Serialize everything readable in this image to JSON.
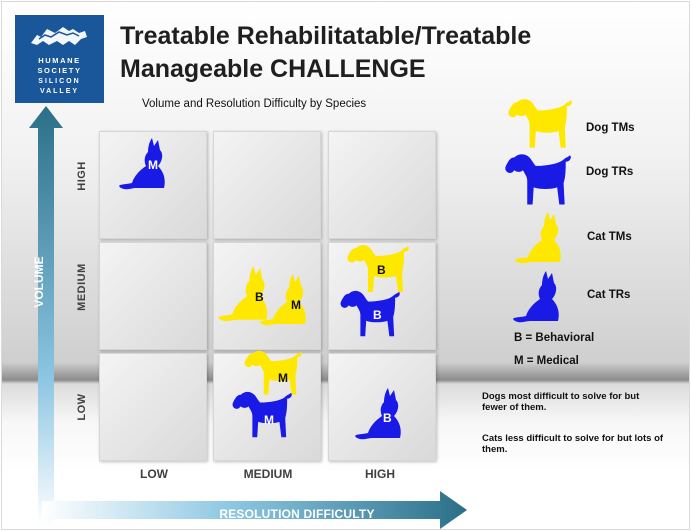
{
  "logo": {
    "lines": [
      "HUMANE",
      "SOCIETY",
      "SILICON",
      "VALLEY"
    ]
  },
  "title": {
    "line1": "Treatable Rehabilitatable/Treatable",
    "line2": "Manageable CHALLENGE"
  },
  "subtitle": "Volume and Resolution Difficulty by Species",
  "axes": {
    "volume_label": "VOLUME",
    "resolution_label": "RESOLUTION DIFFICULTY",
    "rows": [
      "HIGH",
      "MEDIUM",
      "LOW"
    ],
    "columns": [
      "LOW",
      "MEDIUM",
      "HIGH"
    ]
  },
  "colors": {
    "tm_yellow": "#ffe800",
    "tr_blue": "#1a1ae6",
    "axis_teal": "#2a6f87",
    "logo_blue": "#19579a"
  },
  "matrix": {
    "high_low": [
      {
        "species": "cat",
        "type": "TR",
        "badge": "M"
      }
    ],
    "medium_medium": [
      {
        "species": "cat",
        "type": "TM",
        "badge": "B"
      },
      {
        "species": "cat",
        "type": "TM",
        "badge": "M"
      }
    ],
    "medium_high": [
      {
        "species": "dog",
        "type": "TM",
        "badge": "B"
      },
      {
        "species": "dog",
        "type": "TR",
        "badge": "B"
      }
    ],
    "low_medium": [
      {
        "species": "dog",
        "type": "TM",
        "badge": "M"
      },
      {
        "species": "dog",
        "type": "TR",
        "badge": "M"
      }
    ],
    "low_high": [
      {
        "species": "cat",
        "type": "TR",
        "badge": "B"
      }
    ]
  },
  "legend": [
    {
      "label": "Dog TMs",
      "species": "dog",
      "icon": "dog-icon",
      "color": "#ffe800"
    },
    {
      "label": "Dog TRs",
      "species": "dog",
      "icon": "dog-icon",
      "color": "#1a1ae6"
    },
    {
      "label": "Cat TMs",
      "species": "cat",
      "icon": "cat-icon",
      "color": "#ffe800"
    },
    {
      "label": "Cat TRs",
      "species": "cat",
      "icon": "cat-icon",
      "color": "#1a1ae6"
    }
  ],
  "key": {
    "behavioral": "B = Behavioral",
    "medical": "M = Medical"
  },
  "notes": {
    "dogs": "Dogs most difficult to solve for but fewer of them.",
    "cats": "Cats less difficult to solve for but lots of them."
  }
}
